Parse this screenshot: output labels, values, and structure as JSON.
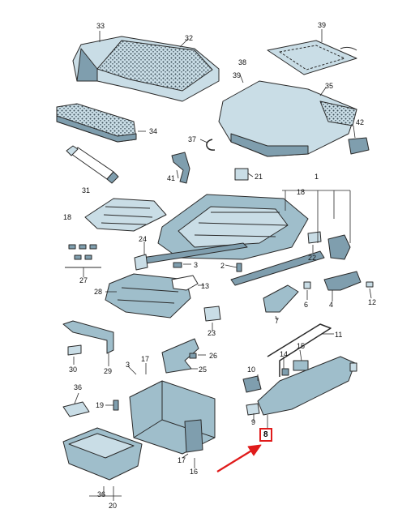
{
  "callouts": {
    "c33": "33",
    "c32": "32",
    "c39": "39",
    "c38": "38",
    "c39b": "39",
    "c35": "35",
    "c34": "34",
    "c42": "42",
    "c37": "37",
    "c31": "31",
    "c41": "41",
    "c21": "21",
    "c1": "1",
    "c18a": "18",
    "c18b": "18",
    "c24": "24",
    "c3a": "3",
    "c2": "2",
    "c22": "22",
    "c27": "27",
    "c28": "28",
    "c13": "13",
    "c6": "6",
    "c4": "4",
    "c12": "12",
    "c7": "7",
    "c23": "23",
    "c11": "11",
    "c30": "30",
    "c29": "29",
    "c3b": "3",
    "c17a": "17",
    "c26": "26",
    "c25": "25",
    "c14": "14",
    "c15": "15",
    "c10": "10",
    "c36a": "36",
    "c19": "19",
    "c9": "9",
    "c8": "8",
    "c17b": "17",
    "c16": "16",
    "c36b": "36",
    "c20": "20"
  },
  "colors": {
    "part_fill": "#c9dde6",
    "part_dark": "#7f9eae",
    "outline": "#2a2a2a",
    "highlight": "#e01b1b",
    "arrow": "#e01b1b"
  }
}
